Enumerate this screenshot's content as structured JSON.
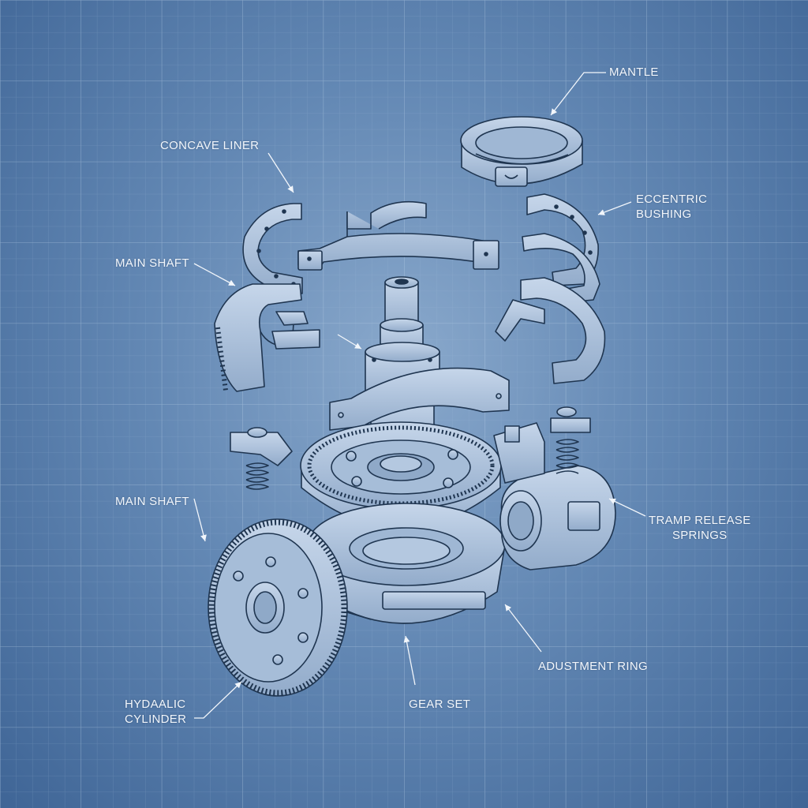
{
  "colors": {
    "background_center": "#8aa9cc",
    "background_edge": "#3f6596",
    "grid_line": "#a9c2df",
    "line_art": "#1f3550",
    "part_fill": "#b4c8e0",
    "part_shade": "#8fa9c8",
    "label_text": "#f2f6fb"
  },
  "labels": {
    "mantle": "MANTLE",
    "concave_liner": "CONCAVE LINER",
    "eccentric_bushing_line1": "ECCENTRIC",
    "eccentric_bushing_line2": "BUSHING",
    "main_shaft_upper": "MAIN SHAFT",
    "main_shaft_lower": "MAIN SHAFT",
    "tramp_release_line1": "TRAMP RELEASE",
    "tramp_release_line2": "SPRINGS",
    "adjustment_ring": "ADUSTMENT RING",
    "gear_set": "GEAR SET",
    "hydraulic_line1": "HYDAALIC",
    "hydraulic_line2": "CYLINDER"
  }
}
